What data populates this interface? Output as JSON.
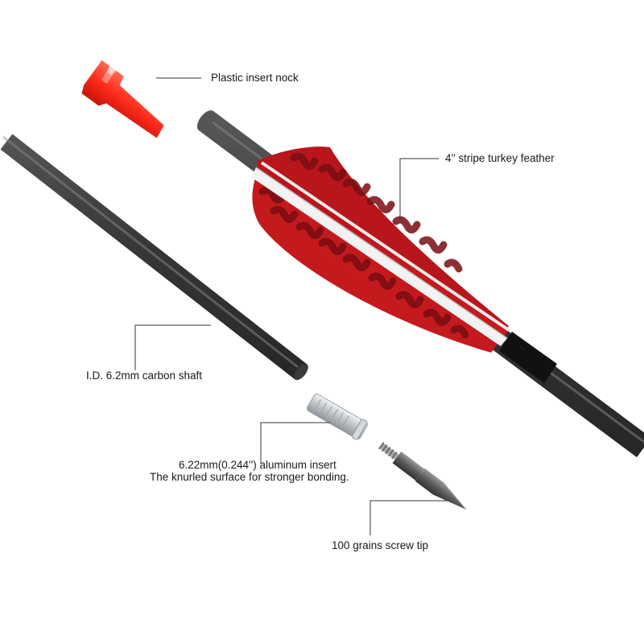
{
  "labels": {
    "nock": "Plastic insert nock",
    "feather": "4'' stripe turkey feather",
    "shaft": "I.D. 6.2mm carbon shaft",
    "insert_line1": "6.22mm(0.244'') aluminum insert",
    "insert_line2": "The knurled surface for stronger bonding.",
    "tip": "100 grains screw tip"
  },
  "colors": {
    "shaft": "#4a4a4a",
    "feather": "#c41a1e",
    "feather_stripe": "#7a0d12",
    "nock": "#ff2b1a",
    "leader_line": "#333333"
  }
}
